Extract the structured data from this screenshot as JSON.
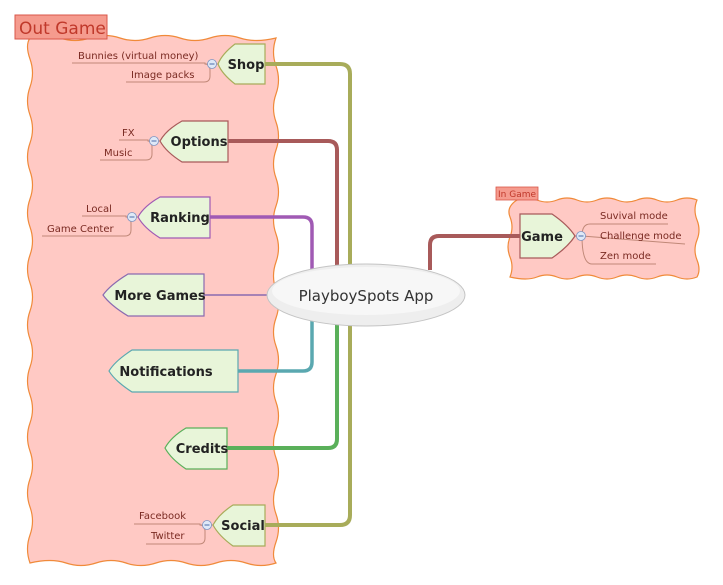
{
  "center": {
    "label": "PlayboySpots App"
  },
  "boundaries": [
    {
      "id": "out",
      "label": "Out Game"
    },
    {
      "id": "in",
      "label": "In Game"
    }
  ],
  "topics": {
    "shop": {
      "label": "Shop",
      "children": [
        "Bunnies (virtual money)",
        "Image packs"
      ]
    },
    "options": {
      "label": "Options",
      "children": [
        "FX",
        "Music"
      ]
    },
    "ranking": {
      "label": "Ranking",
      "children": [
        "Local",
        "Game Center"
      ]
    },
    "more_games": {
      "label": "More Games",
      "children": []
    },
    "notifications": {
      "label": "Notifications",
      "children": []
    },
    "credits": {
      "label": "Credits",
      "children": []
    },
    "social": {
      "label": "Social",
      "children": [
        "Facebook",
        "Twitter"
      ]
    },
    "game": {
      "label": "Game",
      "children": [
        "Suvival mode",
        "Challenge mode",
        "Zen mode"
      ]
    }
  },
  "colors": {
    "boundary_fill": "#ffc9c4",
    "boundary_stroke": "#f08a3a",
    "topic_fill": "#e8f5d9",
    "shop_branch": "#a8ac5a",
    "options_branch": "#a85a5a",
    "ranking_branch": "#a05ab4",
    "more_games_branch": "#8a6ab0",
    "notifications_branch": "#5aa8b0",
    "credits_branch": "#5ab05a",
    "social_branch": "#a8ac5a",
    "game_branch": "#a85a5a"
  }
}
